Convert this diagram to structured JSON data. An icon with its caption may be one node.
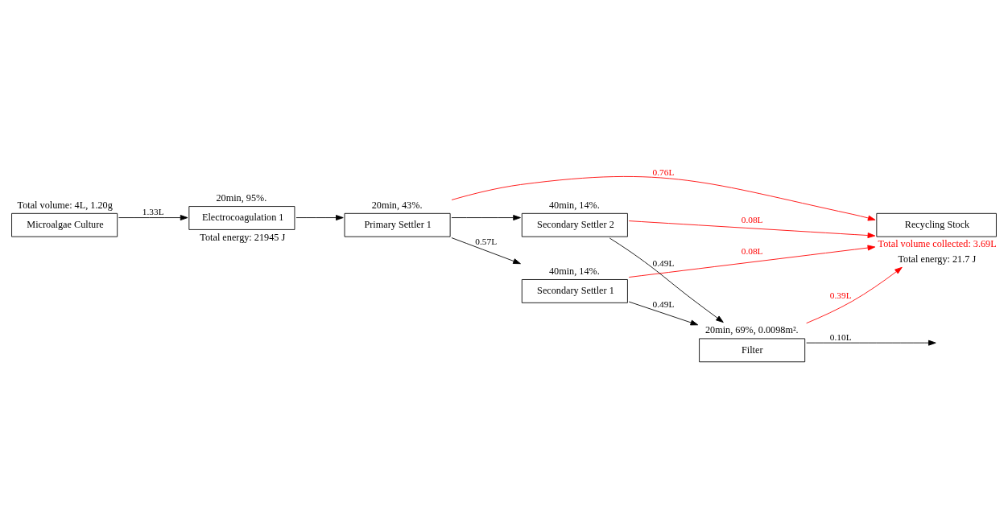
{
  "diagram": {
    "nodes": [
      {
        "text": [
          "Microalgae Culture"
        ],
        "beside": [
          "Total volume: 4L, 1.20g"
        ]
      },
      {
        "text": [
          "Electrocoagulation 1"
        ],
        "beside": [
          "20min, 95%.",
          "Total energy: 21945 J"
        ]
      },
      {
        "text": [
          "Primary Settler 1"
        ],
        "beside": [
          "20min, 43%."
        ]
      },
      {
        "text": [
          "Secondary Settler 1"
        ],
        "beside": [
          "40min, 14%."
        ]
      },
      {
        "text": [
          "Secondary Settler 2"
        ],
        "beside": [
          "40min, 14%."
        ]
      },
      {
        "text": [
          "Filter"
        ],
        "beside": [
          "20min, 69%, 0.0098m²."
        ]
      },
      {
        "text": [
          "Recycling Stock"
        ],
        "beside": [
          "Total volume collected: 3.69L",
          "Total energy: 21.7 J"
        ]
      }
    ],
    "edges": [
      {
        "from": 0,
        "to": 1,
        "arrow": "to",
        "label": "1.33L"
      },
      {
        "from": 1,
        "to": 2,
        "arrow": "to"
      },
      {
        "from": 2,
        "to": 3,
        "arrow": "to",
        "label": "0.57L"
      },
      {
        "from": 2,
        "to": 4,
        "arrow": "to"
      },
      {
        "from": 3,
        "to": 5,
        "arrow": "to",
        "label": "0.49L"
      },
      {
        "from": 4,
        "to": 5,
        "arrow": "to",
        "label": "0.49L"
      },
      {
        "from": 5,
        "to": null,
        "arrow": "to",
        "label": "0.10L"
      },
      {
        "from": 2,
        "to": 6,
        "arrow": "to",
        "label": "0.76L",
        "color": "#ff0000"
      },
      {
        "from": 3,
        "to": 6,
        "arrow": "to",
        "label": "0.08L",
        "color": "#ff0000"
      },
      {
        "from": 4,
        "to": 6,
        "arrow": "to",
        "label": "0.08L",
        "color": "#ff0000"
      },
      {
        "from": 5,
        "to": 6,
        "arrow": "to",
        "label": "0.39L",
        "color": "#ff0000"
      }
    ]
  }
}
